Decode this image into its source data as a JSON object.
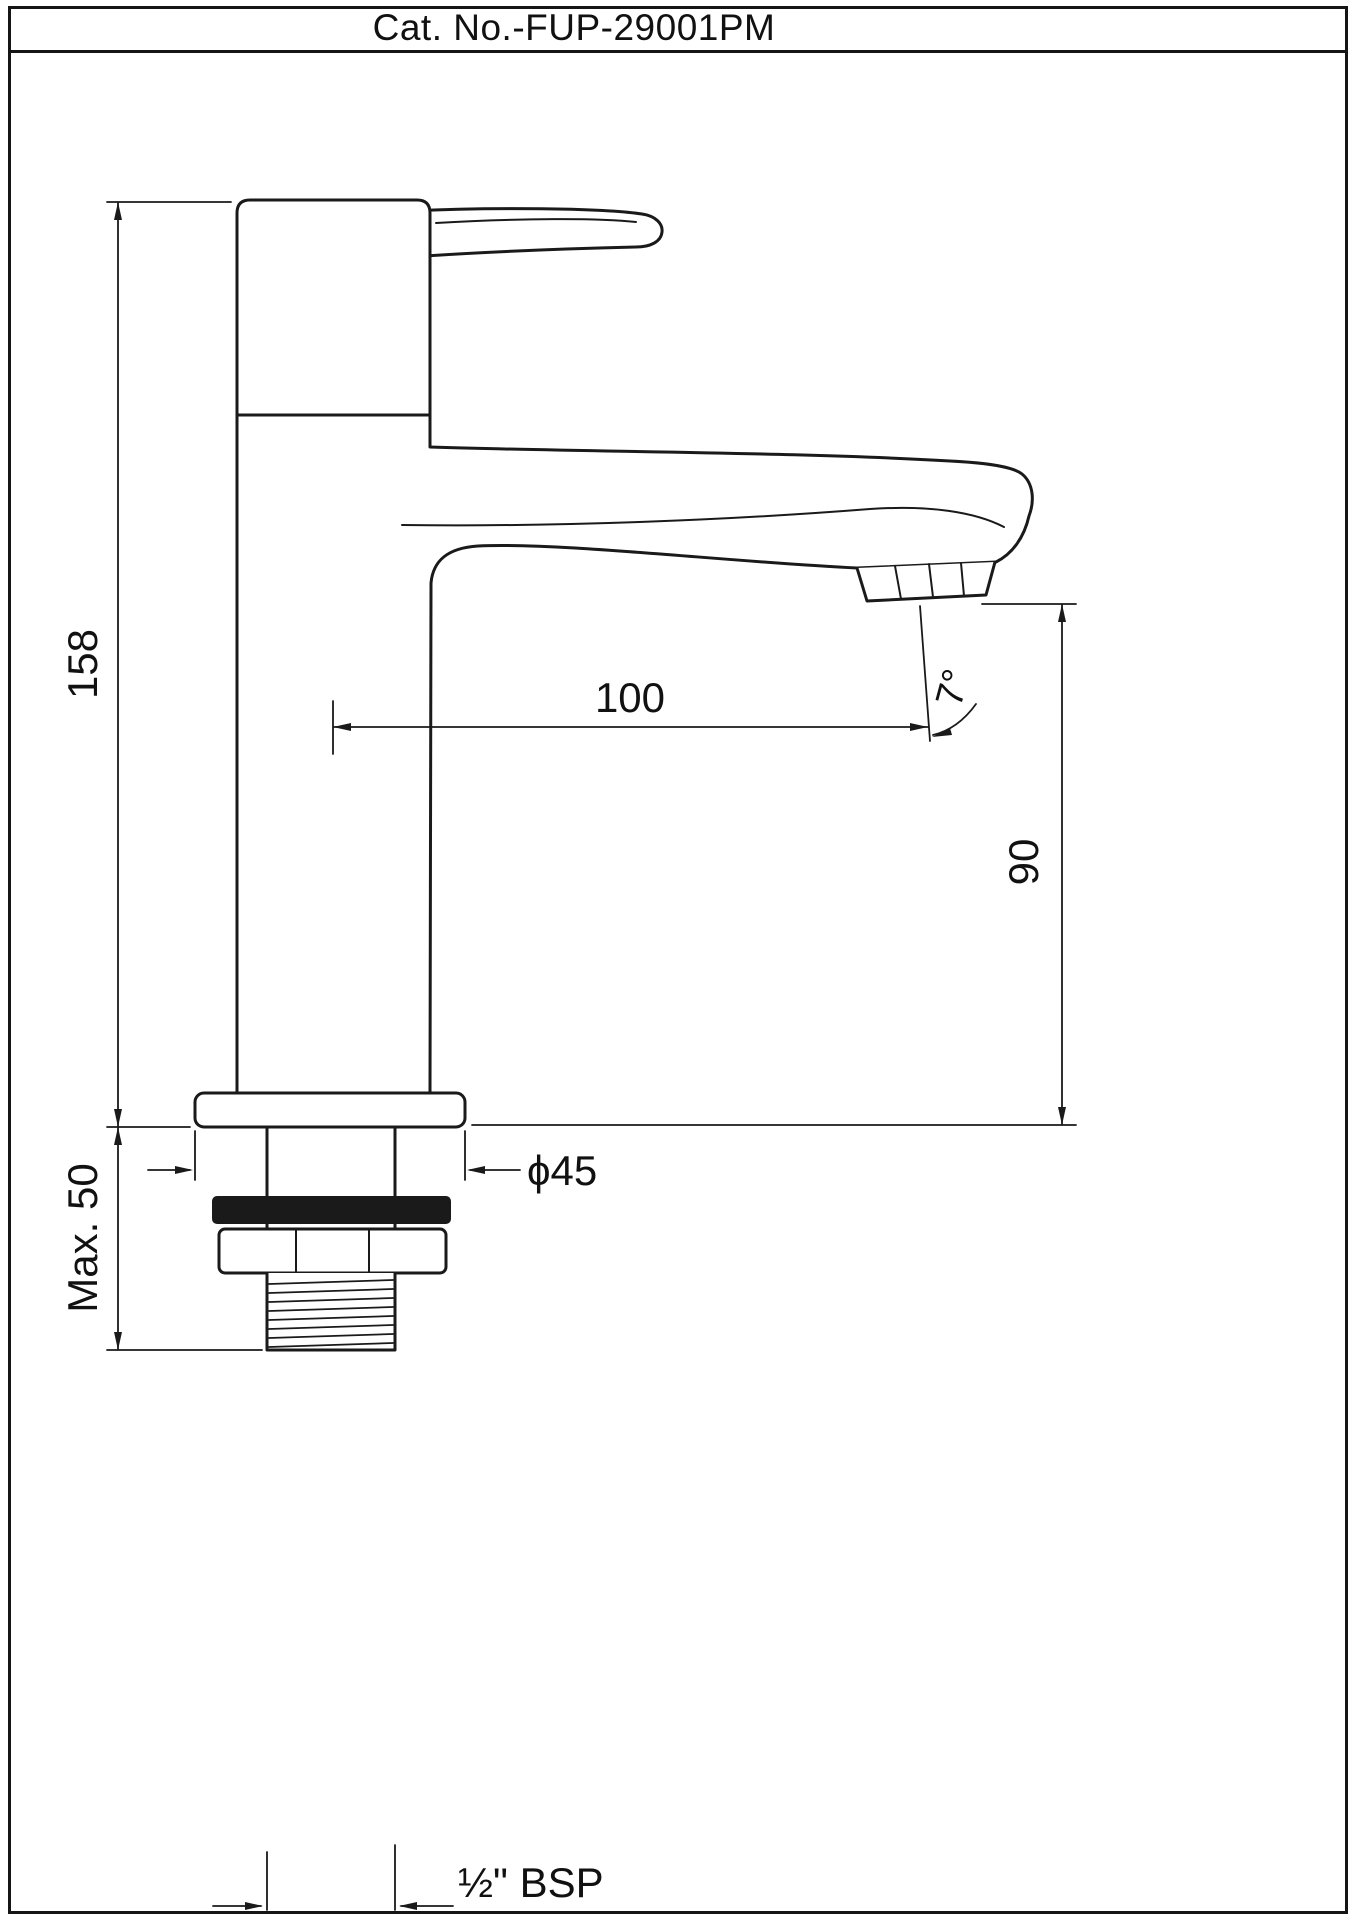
{
  "page": {
    "title": "Cat. No.-FUP-29001PM"
  },
  "drawing": {
    "subject": "pillar-faucet-side-elevation",
    "line_color": "#1a1a1a",
    "background_color": "#ffffff",
    "washer_color": "#1a1a1a"
  },
  "dimensions": {
    "overall_height": "158",
    "spout_reach": "100",
    "spray_angle": "7°",
    "spout_height": "90",
    "mounting_thickness": "Max. 50",
    "base_diameter": "ϕ45",
    "inlet_thread": "½\" BSP"
  }
}
